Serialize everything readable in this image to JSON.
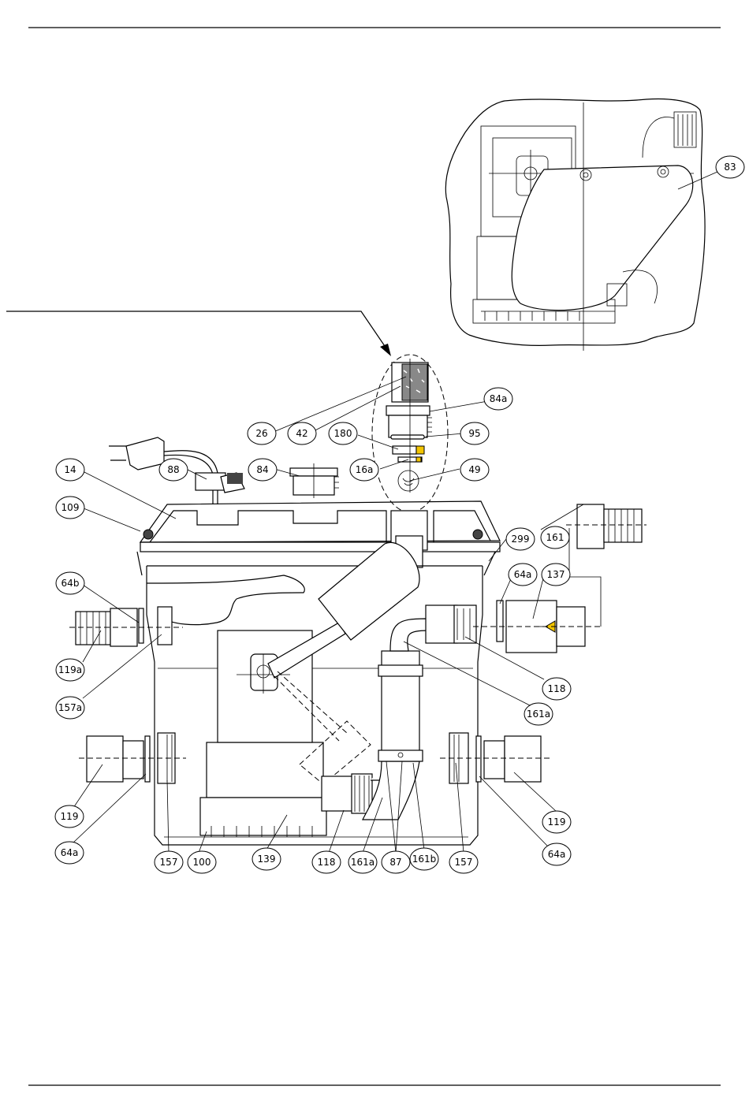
{
  "callouts": [
    {
      "id": "83",
      "text": "83"
    },
    {
      "id": "26",
      "text": "26"
    },
    {
      "id": "42",
      "text": "42"
    },
    {
      "id": "84a",
      "text": "84a"
    },
    {
      "id": "95",
      "text": "95"
    },
    {
      "id": "180",
      "text": "180"
    },
    {
      "id": "16a",
      "text": "16a"
    },
    {
      "id": "49",
      "text": "49"
    },
    {
      "id": "88",
      "text": "88"
    },
    {
      "id": "84",
      "text": "84"
    },
    {
      "id": "14",
      "text": "14"
    },
    {
      "id": "109",
      "text": "109"
    },
    {
      "id": "299",
      "text": "299"
    },
    {
      "id": "161-top",
      "text": "161"
    },
    {
      "id": "64b",
      "text": "64b"
    },
    {
      "id": "64a-top",
      "text": "64a"
    },
    {
      "id": "137",
      "text": "137"
    },
    {
      "id": "119a",
      "text": "119a"
    },
    {
      "id": "157a",
      "text": "157a"
    },
    {
      "id": "118-right",
      "text": "118"
    },
    {
      "id": "161a-right",
      "text": "161a"
    },
    {
      "id": "119-left",
      "text": "119"
    },
    {
      "id": "64a-left",
      "text": "64a"
    },
    {
      "id": "119-right",
      "text": "119"
    },
    {
      "id": "64a-right",
      "text": "64a"
    },
    {
      "id": "157-left",
      "text": "157"
    },
    {
      "id": "100",
      "text": "100"
    },
    {
      "id": "139",
      "text": "139"
    },
    {
      "id": "118-bottom",
      "text": "118"
    },
    {
      "id": "161a-bottom",
      "text": "161a"
    },
    {
      "id": "87",
      "text": "87"
    },
    {
      "id": "161b",
      "text": "161b"
    },
    {
      "id": "157-right",
      "text": "157"
    }
  ],
  "colors": {
    "line": "#000000",
    "background": "#ffffff",
    "highlight": "#f2c400"
  }
}
